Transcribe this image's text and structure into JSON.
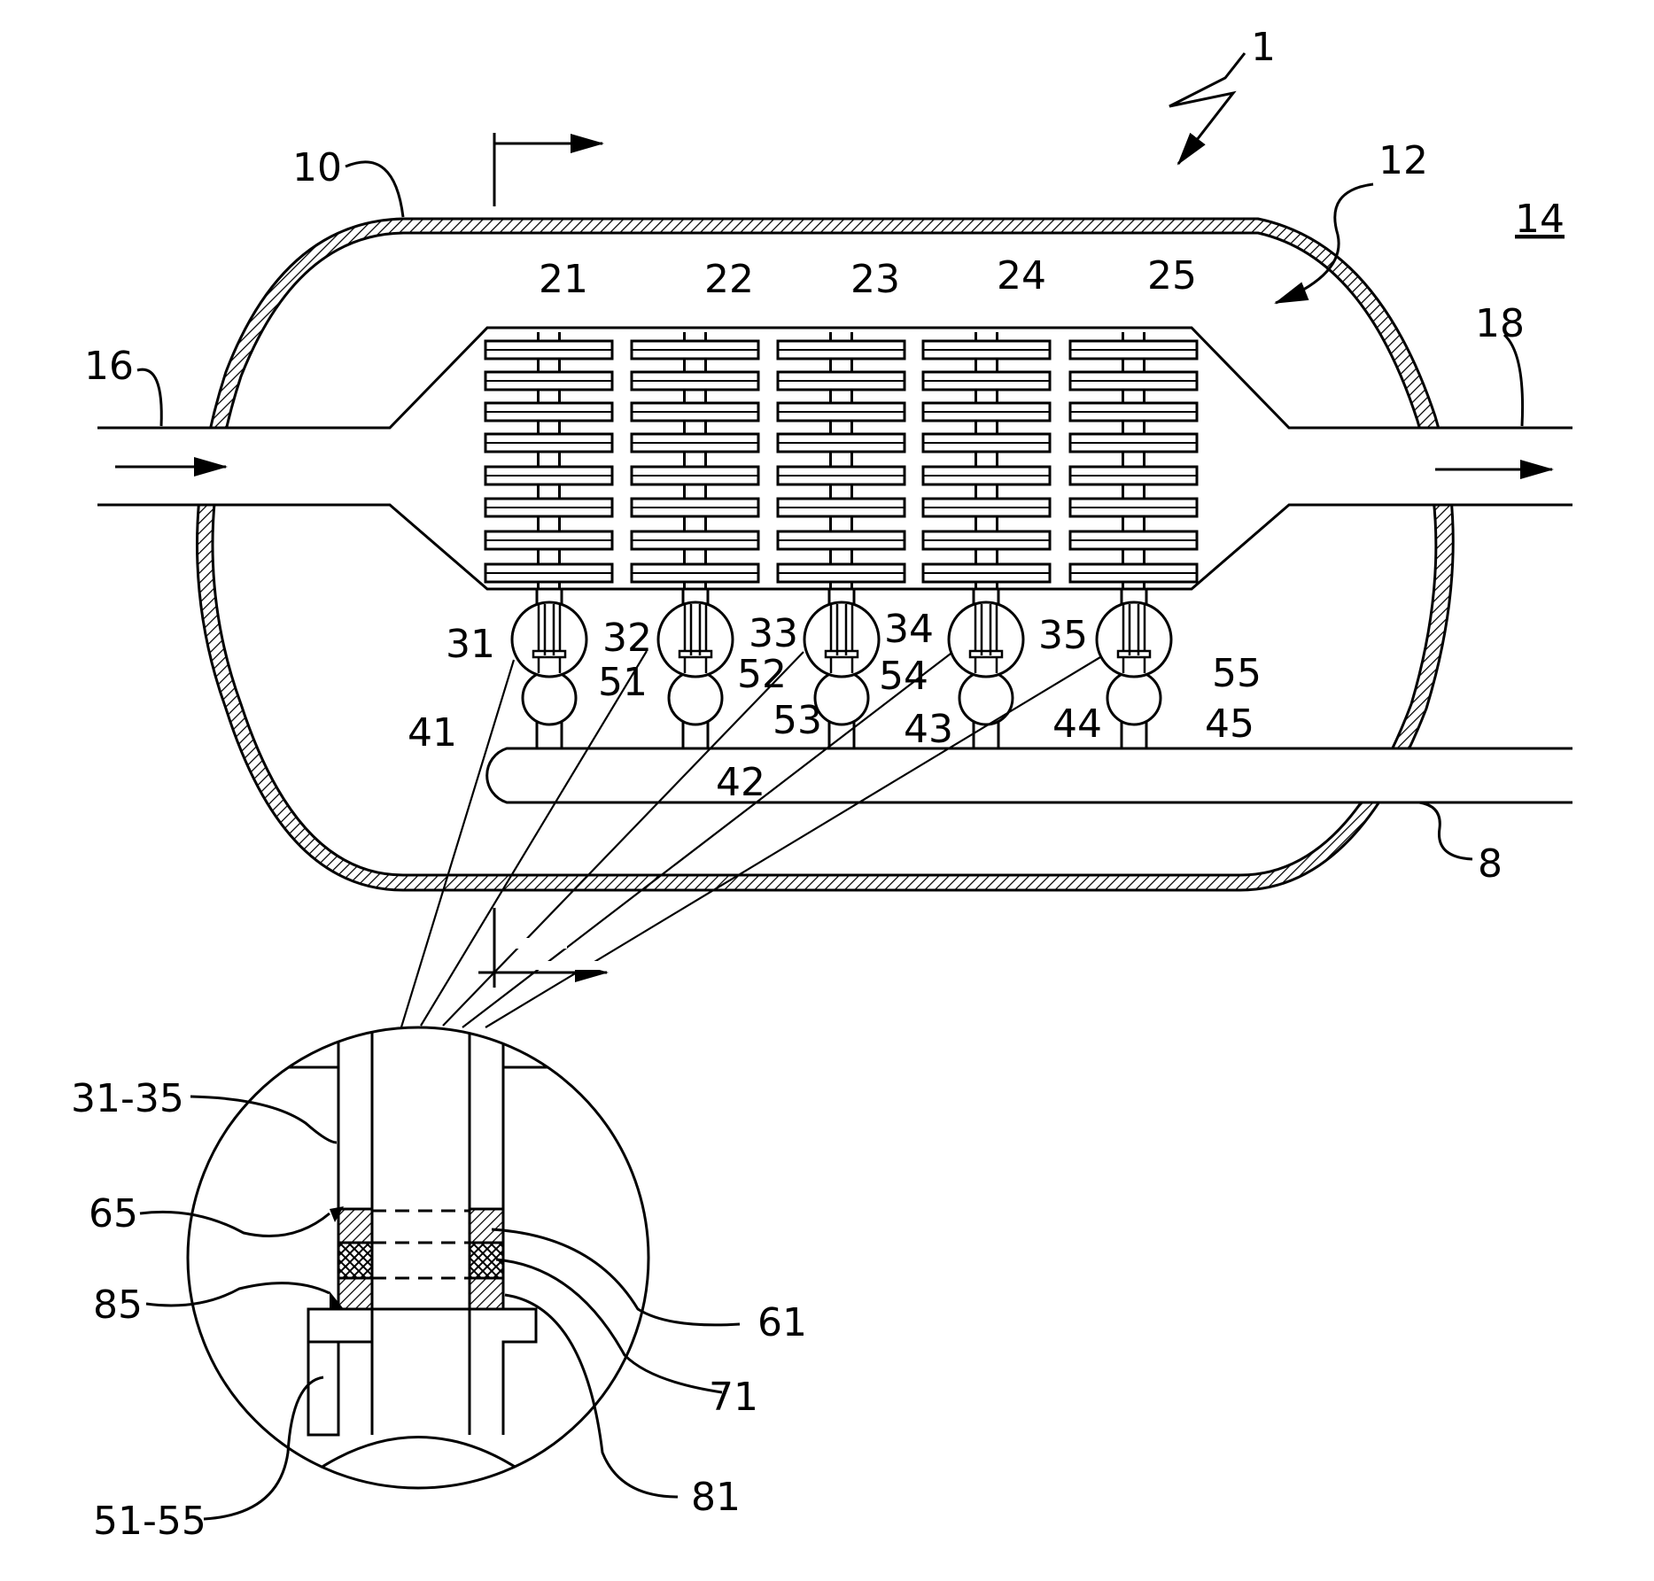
{
  "labels": {
    "l1": "1",
    "l8": "8",
    "l10": "10",
    "l12": "12",
    "l14": "14",
    "l16": "16",
    "l18": "18",
    "l21": "21",
    "l22": "22",
    "l23": "23",
    "l24": "24",
    "l25": "25",
    "l31": "31",
    "l32": "32",
    "l33": "33",
    "l34": "34",
    "l35": "35",
    "l41": "41",
    "l42": "42",
    "l43": "43",
    "l44": "44",
    "l45": "45",
    "l51": "51",
    "l52": "52",
    "l53": "53",
    "l54": "54",
    "l55": "55",
    "l31_35": "31-35",
    "l51_55": "51-55",
    "l61": "61",
    "l65": "65",
    "l71": "71",
    "l81": "81",
    "l85": "85"
  },
  "colors": {
    "ink": "#000000",
    "paper": "#ffffff"
  }
}
